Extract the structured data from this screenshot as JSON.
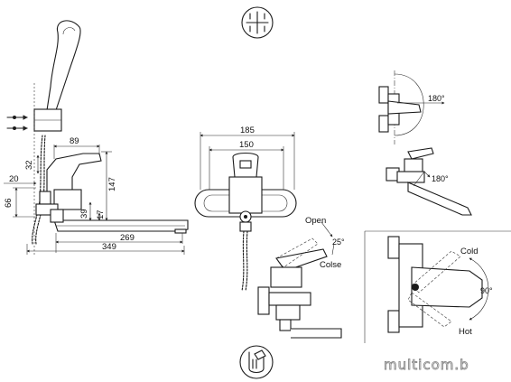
{
  "dims_side": {
    "d89": "89",
    "d32": "32",
    "d147": "147",
    "d20": "20",
    "d66": "66",
    "d39": "39",
    "d17": "17",
    "d269": "269",
    "d349": "349"
  },
  "dims_front": {
    "d185": "185",
    "d150": "150"
  },
  "labels": {
    "open": "Open",
    "close": "Colse",
    "angle_lever": "25°",
    "angle_top": "180°",
    "angle_spout": "180°",
    "cold": "Cold",
    "hot": "Hot",
    "angle_rotation": "90°"
  },
  "watermark": "multicom.b",
  "icons": [
    "install-cross-icon",
    "wrench-hand-icon"
  ]
}
